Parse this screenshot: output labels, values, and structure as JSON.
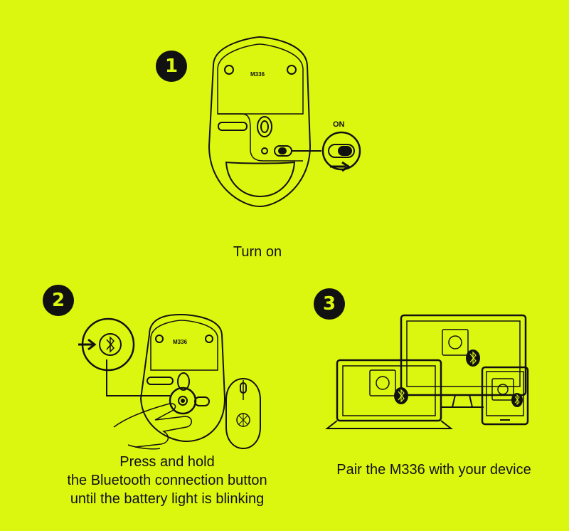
{
  "colors": {
    "background": "#dcf70f",
    "ink": "#111111"
  },
  "step1": {
    "number": "1",
    "model": "M336",
    "on_label": "ON",
    "caption": "Turn on"
  },
  "step2": {
    "number": "2",
    "model": "M336",
    "icon": "bluetooth-icon",
    "caption_lines": [
      "Press and hold",
      "the Bluetooth connection button",
      "until the battery light is blinking"
    ]
  },
  "step3": {
    "number": "3",
    "icon": "bluetooth-icon",
    "caption": "Pair the M336 with your device"
  }
}
